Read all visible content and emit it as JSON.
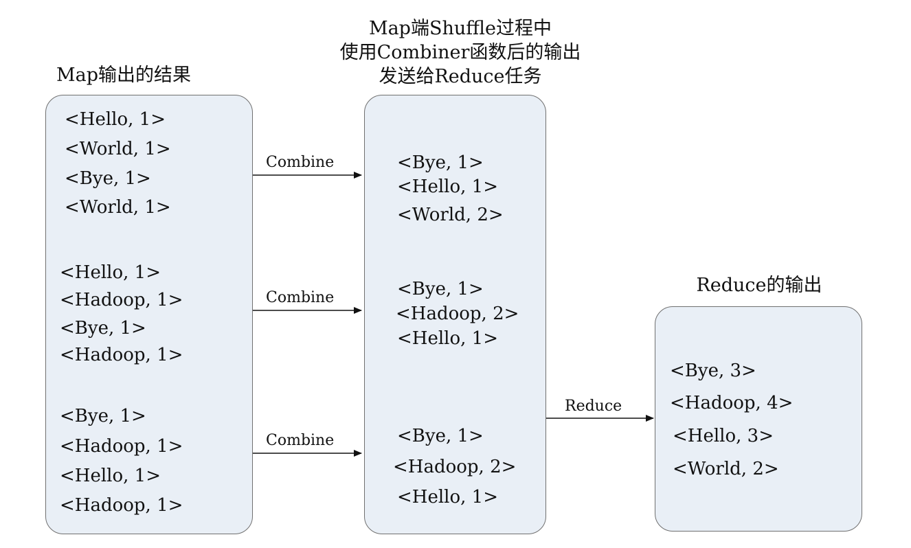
{
  "titles": {
    "map": "Map输出的结果",
    "combiner": [
      "Map端Shuffle过程中",
      "使用Combiner函数后的输出",
      "发送给Reduce任务"
    ],
    "reduce": "Reduce的输出"
  },
  "map_output": {
    "groups": [
      [
        "<Hello, 1>",
        "<World, 1>",
        "<Bye, 1>",
        "<World, 1>"
      ],
      [
        "<Hello, 1>",
        "<Hadoop, 1>",
        "<Bye, 1>",
        "<Hadoop, 1>"
      ],
      [
        "<Bye, 1>",
        "<Hadoop, 1>",
        "<Hello, 1>",
        "<Hadoop, 1>"
      ]
    ]
  },
  "combiner_output": {
    "groups": [
      [
        "<Bye, 1>",
        "<Hello, 1>",
        "<World, 2>"
      ],
      [
        "<Bye, 1>",
        "<Hadoop, 2>",
        "<Hello, 1>"
      ],
      [
        "<Bye, 1>",
        "<Hadoop, 2>",
        "<Hello, 1>"
      ]
    ]
  },
  "reduce_output": {
    "items": [
      "<Bye, 3>",
      "<Hadoop, 4>",
      "<Hello, 3>",
      "<World, 2>"
    ]
  },
  "arrows": {
    "combine_label": "Combine",
    "reduce_label": "Reduce"
  }
}
